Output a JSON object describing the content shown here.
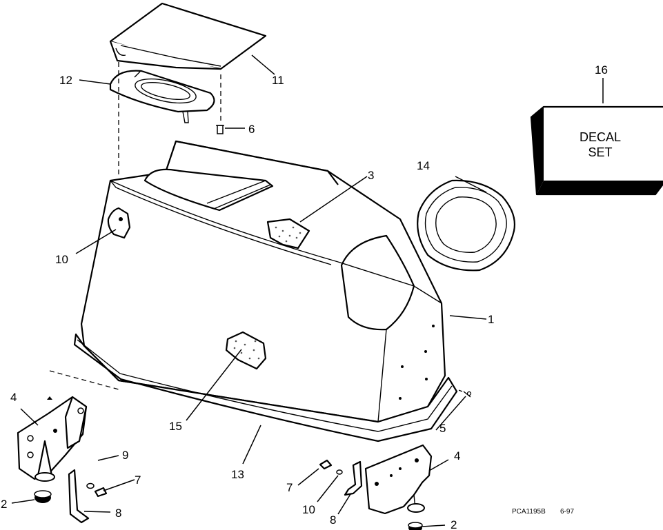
{
  "labels": {
    "l1": "1",
    "l2a": "2",
    "l2b": "2",
    "l3": "3",
    "l4a": "4",
    "l4b": "4",
    "l5": "5",
    "l6": "6",
    "l7a": "7",
    "l7b": "7",
    "l8a": "8",
    "l8b": "8",
    "l9": "9",
    "l10a": "10",
    "l10b": "10",
    "l11": "11",
    "l12": "12",
    "l13": "13",
    "l14": "14",
    "l15": "15",
    "l16": "16"
  },
  "decal": {
    "line1": "DECAL",
    "line2": "SET"
  },
  "figure_code": "PCA1195B",
  "figure_date": "6-97"
}
